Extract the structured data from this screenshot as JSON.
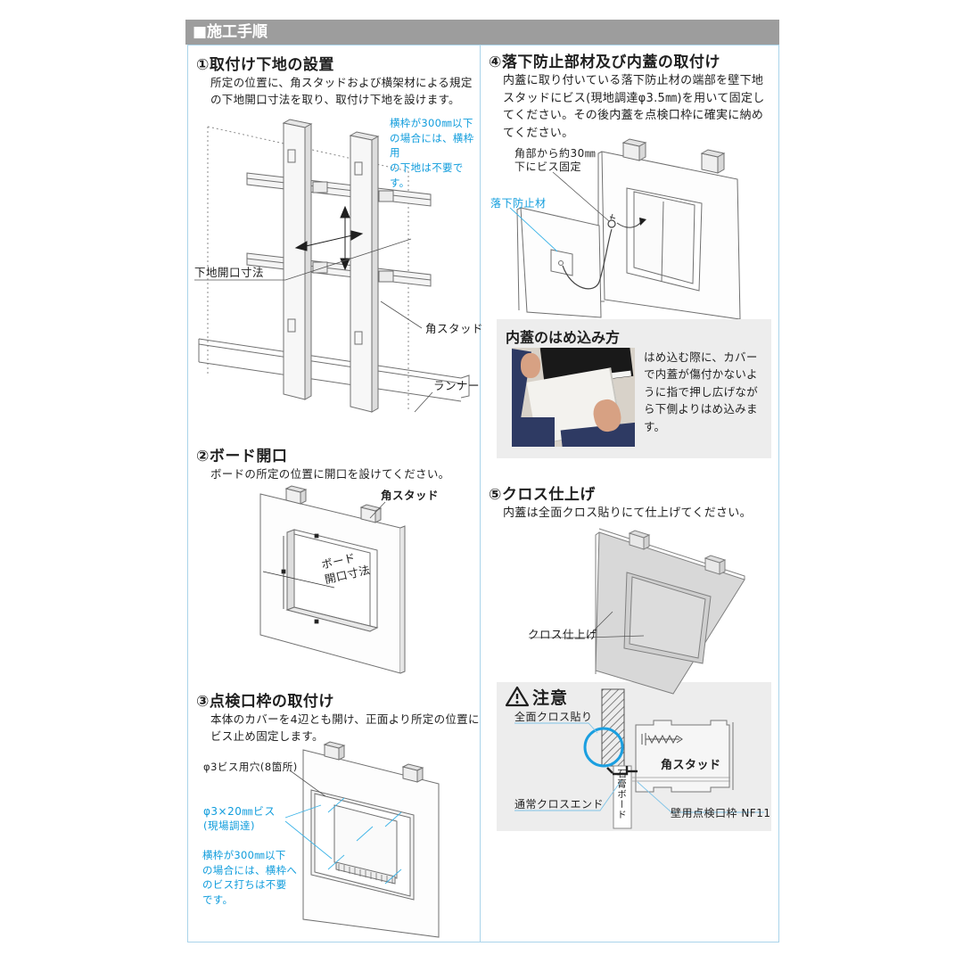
{
  "header": {
    "title": "■施工手順"
  },
  "colors": {
    "accent_blue": "#0f9cdc",
    "header_gray": "#9d9d9d",
    "panel_gray": "#ededed",
    "border_blue": "#aad4ea"
  },
  "step1": {
    "title": "①取付け下地の設置",
    "body": "所定の位置に、角スタッドおよび横架材による規定の下地開口寸法を取り、取付け下地を設けます。",
    "note": "横枠が300㎜以下\nの場合には、横枠用\nの下地は不要です。",
    "label_opening": "下地開口寸法",
    "label_stud": "角スタッド",
    "label_runner": "ランナー"
  },
  "step2": {
    "title": "②ボード開口",
    "body": "ボードの所定の位置に開口を設けてください。",
    "label_stud": "角スタッド",
    "label_opening": "ボード\n開口寸法"
  },
  "step3": {
    "title": "③点検口枠の取付け",
    "body": "本体のカバーを4辺とも開け、正面より所定の位置にビス止め固定します。",
    "label_holes": "φ3ビス用穴(8箇所)",
    "label_screw": "φ3×20㎜ビス",
    "label_screw_sub": "(現場調達)",
    "note": "横枠が300㎜以下\nの場合には、横枠へ\nのビス打ちは不要\nです。"
  },
  "step4": {
    "title": "④落下防止部材及び内蓋の取付け",
    "body": "内蓋に取り付いている落下防止材の端部を壁下地スタッドにビス(現地調達φ3.5㎜)を用いて固定してください。その後内蓋を点検口枠に確実に納めてください。",
    "label_screwfix": "角部から約30㎜\n下にビス固定",
    "label_fallprev": "落下防止材"
  },
  "fitting": {
    "title": "内蓋のはめ込み方",
    "body": "はめ込む際に、カバーで内蓋が傷付かないように指で押し広げながら下側よりはめ込みます。"
  },
  "step5": {
    "title": "⑤クロス仕上げ",
    "body": "内蓋は全面クロス貼りにて仕上げてください。",
    "label_cloth": "クロス仕上げ"
  },
  "caution": {
    "title": "注意",
    "label_full_cloth": "全面クロス貼り",
    "label_cloth_end": "通常クロスエンド",
    "label_stud": "角スタッド",
    "label_gypsum": "石膏ボード",
    "label_frame": "壁用点検口枠 NF11"
  }
}
